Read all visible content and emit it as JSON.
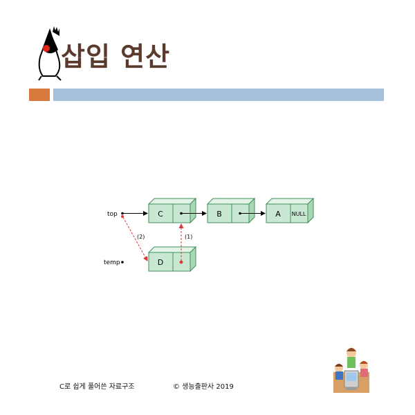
{
  "slide": {
    "title": "삽입 연산"
  },
  "diagram": {
    "pointers": {
      "top": "top",
      "temp": "temp"
    },
    "nodes": [
      "C",
      "B",
      "A",
      "D"
    ],
    "null_label": "NULL",
    "steps": [
      "(1)",
      "(2)"
    ]
  },
  "footer": {
    "book": "C로 쉽게 풀어쓴 자료구조",
    "copyright": "© 생능출판사 2019"
  },
  "colors": {
    "accent": "#d87a3b",
    "title_bar": "#a5c0da",
    "node_fill": "#c9e8d3",
    "node_stroke": "#3f8f5a",
    "dashed_arrow": "#d83a3a"
  }
}
